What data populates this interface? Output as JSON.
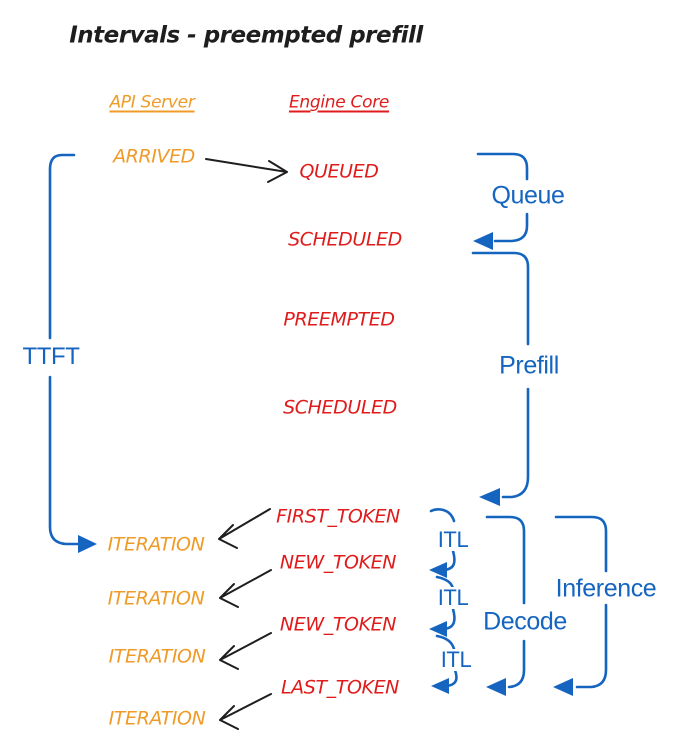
{
  "title": "Intervals - preempted prefill",
  "columns": {
    "api_server": "API Server",
    "engine_core": "Engine Core"
  },
  "events": {
    "api": [
      "ARRIVED",
      "ITERATION",
      "ITERATION",
      "ITERATION",
      "ITERATION"
    ],
    "engine": [
      "QUEUED",
      "SCHEDULED",
      "PREEMPTED",
      "SCHEDULED",
      "FIRST_TOKEN",
      "NEW_TOKEN",
      "NEW_TOKEN",
      "LAST_TOKEN"
    ]
  },
  "intervals": {
    "ttft": "TTFT",
    "queue": "Queue",
    "prefill": "Prefill",
    "itl": [
      "ITL",
      "ITL",
      "ITL"
    ],
    "decode": "Decode",
    "inference": "Inference"
  },
  "colors": {
    "api_accent": "#EF9B28",
    "engine_accent": "#E01B1B",
    "interval_accent": "#1565C0",
    "ink": "#1E1E1E"
  }
}
